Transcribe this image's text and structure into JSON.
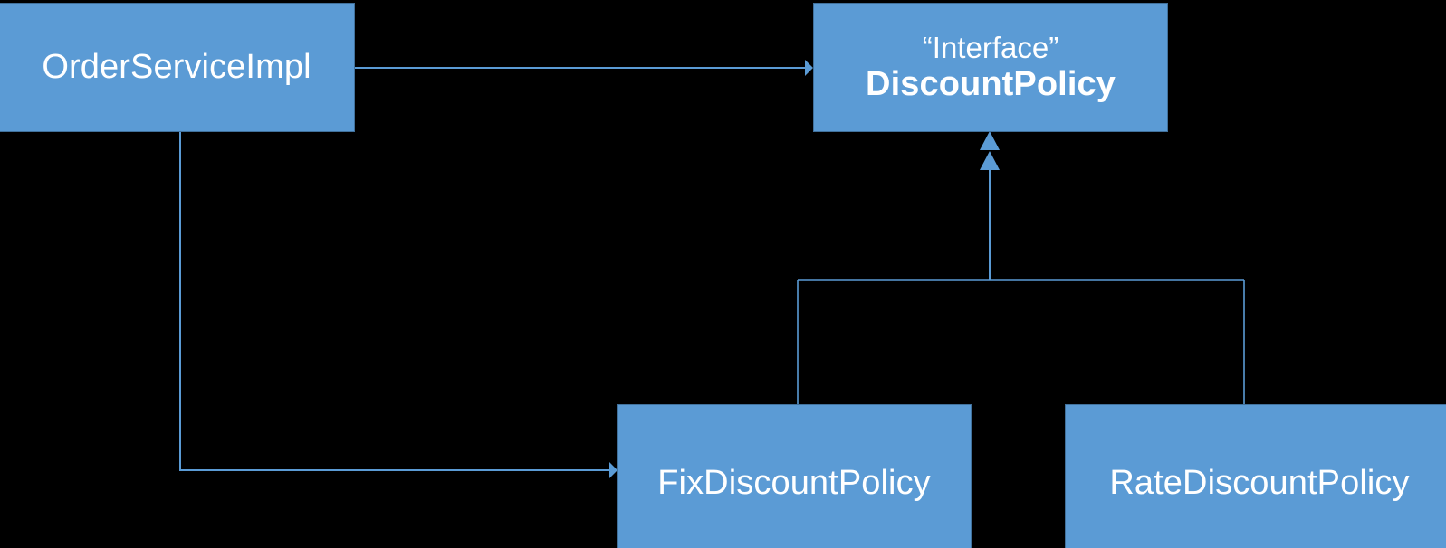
{
  "diagram": {
    "title": "DiscountPolicy class diagram",
    "type": "uml-class-diagram",
    "background_color": "#000000",
    "node_fill_color": "#5B9BD5",
    "node_border_color": "#41719C",
    "node_text_color": "#FFFFFF",
    "edge_color": "#5B9BD5",
    "nodes": [
      {
        "id": "order-service-impl",
        "label": "OrderServiceImpl",
        "stereotype": "",
        "bold": false
      },
      {
        "id": "discount-policy",
        "label": "DiscountPolicy",
        "stereotype": "“Interface”",
        "bold": true
      },
      {
        "id": "fix-discount-policy",
        "label": "FixDiscountPolicy",
        "stereotype": "",
        "bold": false
      },
      {
        "id": "rate-discount-policy",
        "label": "RateDiscountPolicy",
        "stereotype": "",
        "bold": false
      }
    ],
    "edges": [
      {
        "id": "order-service-impl-to-discount-policy",
        "from": "order-service-impl",
        "to": "discount-policy",
        "kind": "dependency",
        "arrowhead": "open-arrow"
      },
      {
        "id": "order-service-impl-to-fix-discount-policy",
        "from": "order-service-impl",
        "to": "fix-discount-policy",
        "kind": "dependency",
        "arrowhead": "open-arrow"
      },
      {
        "id": "fix-discount-policy-to-discount-policy",
        "from": "fix-discount-policy",
        "to": "discount-policy",
        "kind": "realization",
        "arrowhead": "triangle"
      },
      {
        "id": "rate-discount-policy-to-discount-policy",
        "from": "rate-discount-policy",
        "to": "discount-policy",
        "kind": "realization",
        "arrowhead": "triangle"
      }
    ]
  }
}
